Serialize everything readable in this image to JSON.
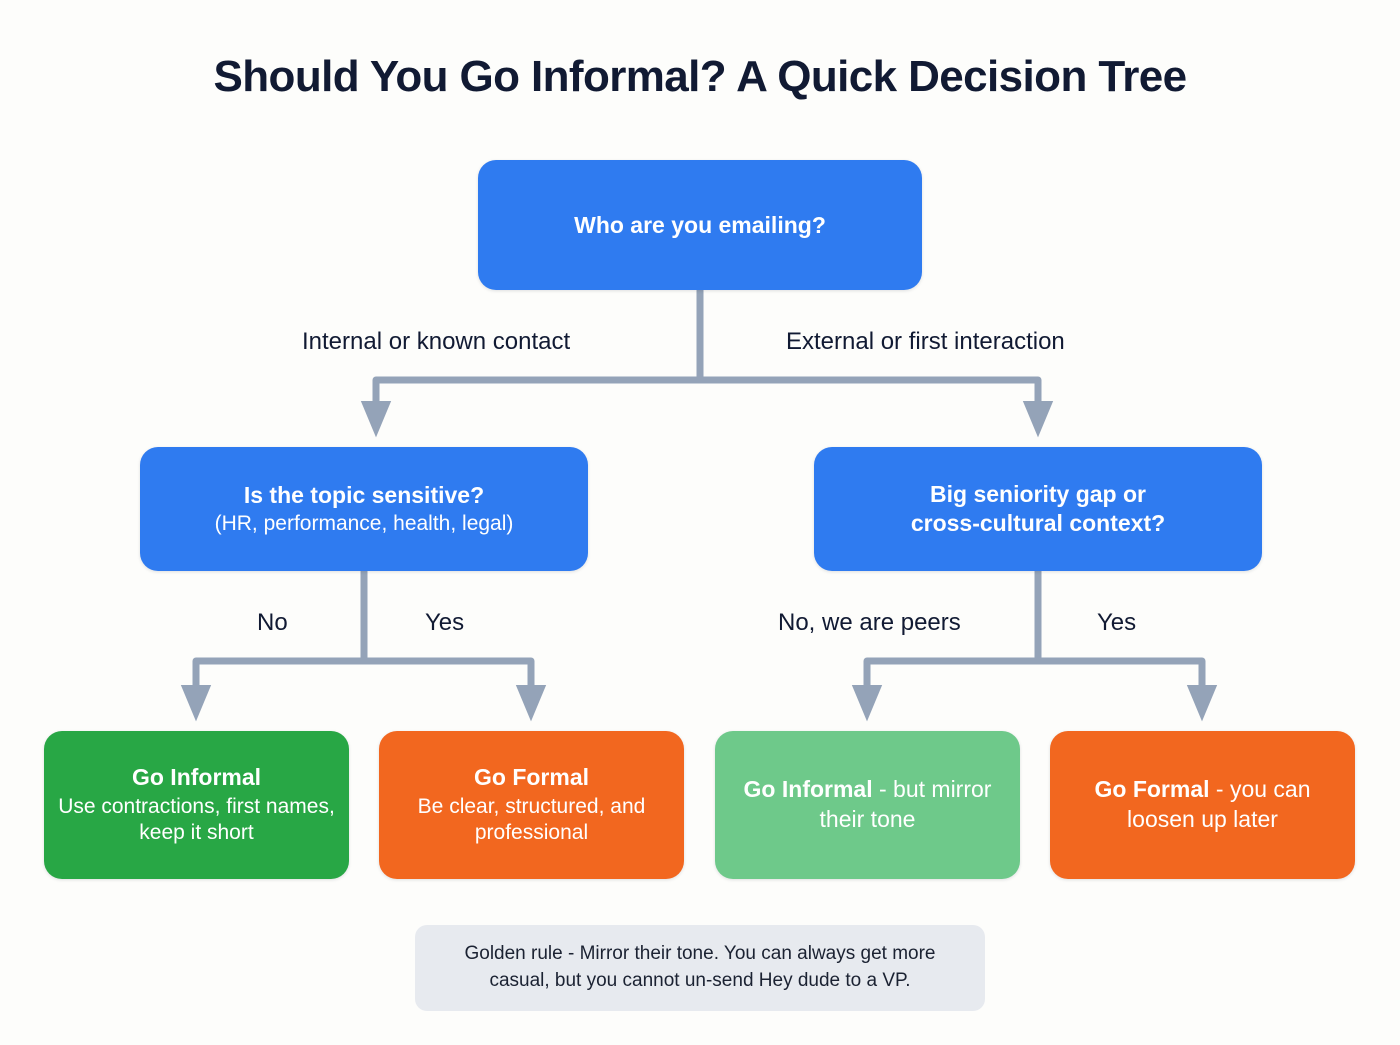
{
  "page": {
    "title": "Should You Go Informal? A Quick Decision Tree",
    "background_color": "#fdfdfb",
    "title_color": "#111a33"
  },
  "palette": {
    "blue": "#2f7bf0",
    "green": "#28a745",
    "light_green": "#6ec98a",
    "orange": "#f2671f",
    "connector_gray": "#94a3b8",
    "note_background": "#e7eaef"
  },
  "tree": {
    "root": {
      "text": "Who are you emailing?",
      "color": "blue"
    },
    "branches": [
      {
        "edge_label": "Internal or known contact",
        "node": {
          "title": "Is the topic sensitive?",
          "subtitle": "(HR, performance, health, legal)",
          "color": "blue"
        },
        "leaves": [
          {
            "edge_label": "No",
            "title": "Go Informal",
            "subtitle": "Use contractions, first names, keep it short",
            "color": "green",
            "inline": false
          },
          {
            "edge_label": "Yes",
            "title": "Go Formal",
            "subtitle": "Be clear, structured, and professional",
            "color": "orange",
            "inline": false
          }
        ]
      },
      {
        "edge_label": "External or first interaction",
        "node": {
          "title": "Big seniority gap or",
          "subtitle": "cross-cultural context?",
          "color": "blue"
        },
        "leaves": [
          {
            "edge_label": "No, we are peers",
            "title": "Go Informal",
            "subtitle": " - but mirror their tone",
            "color": "light_green",
            "inline": true
          },
          {
            "edge_label": "Yes",
            "title": "Go Formal",
            "subtitle": " - you can loosen up later",
            "color": "orange",
            "inline": true
          }
        ]
      }
    ]
  },
  "footer": {
    "note": "Golden rule - Mirror their tone. You can always get more casual, but you cannot un-send Hey dude to a VP."
  }
}
